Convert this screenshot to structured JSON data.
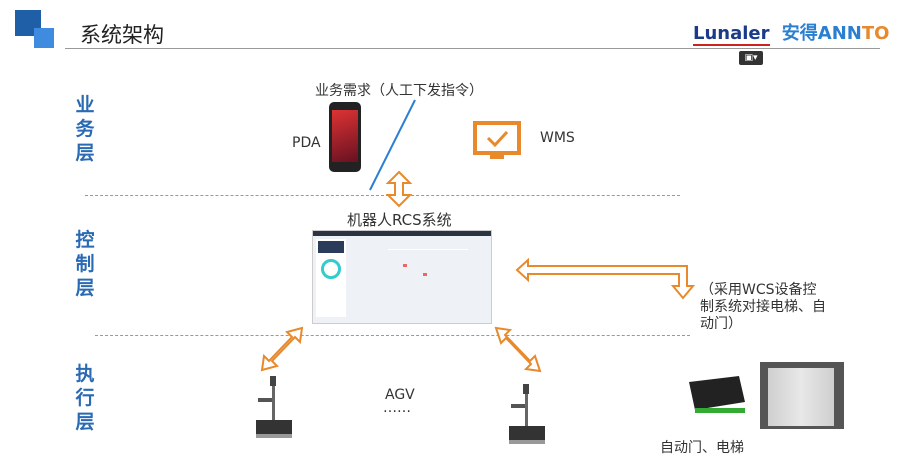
{
  "header": {
    "title": "系统架构",
    "logo_lunaler": "Lunaler",
    "logo_annto_cn": "安得",
    "logo_annto_en1": "ANN",
    "logo_annto_en2": "TO"
  },
  "layers": {
    "business": "业务层",
    "control": "控制层",
    "execution": "执行层"
  },
  "business": {
    "demand": "业务需求（人工下发指令）",
    "pda": "PDA",
    "wms": "WMS"
  },
  "control": {
    "rcs": "机器人RCS系统",
    "wcs_note": "（采用WCS设备控制系统对接电梯、自动门）"
  },
  "execution": {
    "agv": "AGV",
    "agv_more": "……",
    "devices": "自动门、电梯"
  },
  "colors": {
    "accent": "#2a6ab3",
    "orange": "#e8892b"
  }
}
